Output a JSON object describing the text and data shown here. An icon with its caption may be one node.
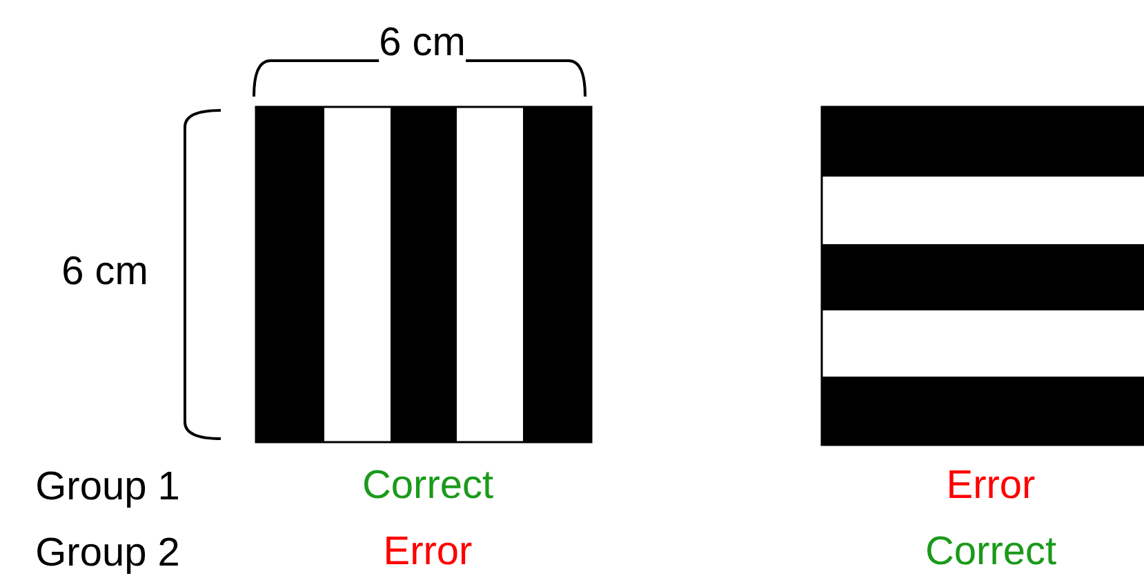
{
  "diagram": {
    "labels": [
      "6 cm",
      "6 cm",
      "Group 1",
      "Correct",
      "Error",
      "Group 2",
      "Error",
      "Correct"
    ]
  }
}
